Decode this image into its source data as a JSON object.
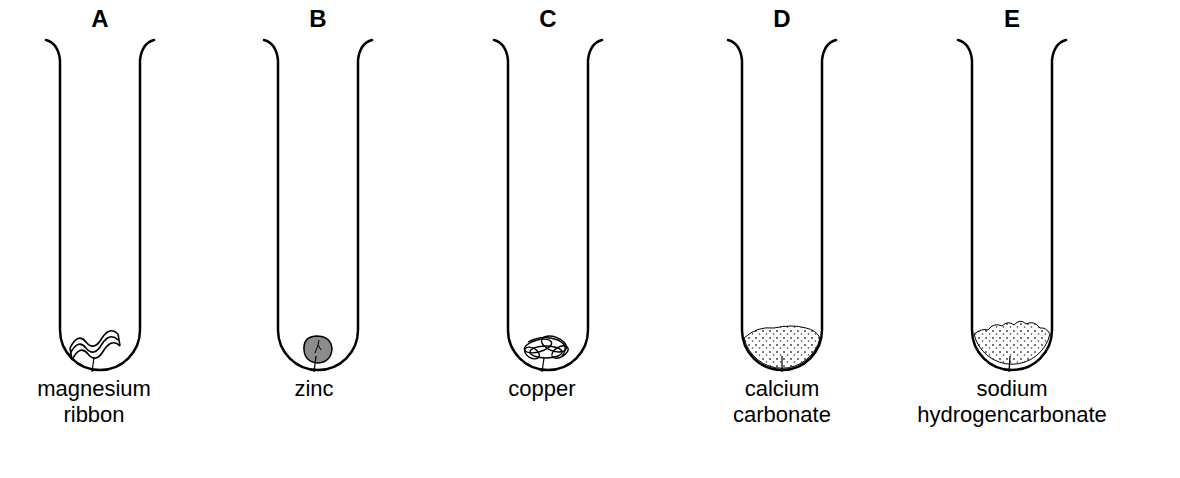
{
  "diagram": {
    "labels": [
      "A",
      "B",
      "C",
      "D",
      "E",
      "magnesium ribbon",
      "zinc",
      "copper",
      "calcium carbonate",
      "sodium hydrogencarbonate"
    ]
  }
}
